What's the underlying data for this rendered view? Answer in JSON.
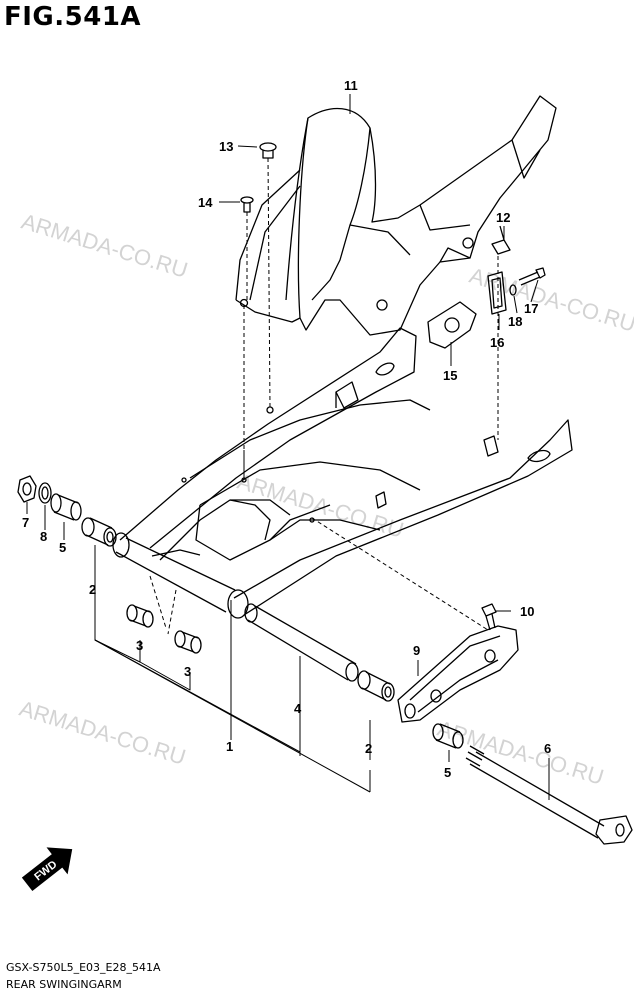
{
  "figure": {
    "title": "FIG.541A",
    "diagram_code": "GSX-S750L5_E03_E28_541A",
    "diagram_name": "REAR SWINGINGARM"
  },
  "watermark": {
    "text": "ARMADA-CO.RU",
    "color": "#d3d3d3"
  },
  "direction_arrow": {
    "label": "FWD"
  },
  "callouts": {
    "c1": "1",
    "c2a": "2",
    "c2b": "2",
    "c3a": "3",
    "c3b": "3",
    "c4": "4",
    "c5a": "5",
    "c5b": "5",
    "c6": "6",
    "c7": "7",
    "c8": "8",
    "c9": "9",
    "c10": "10",
    "c11": "11",
    "c12": "12",
    "c13": "13",
    "c14": "14",
    "c15": "15",
    "c16": "16",
    "c17": "17",
    "c18": "18"
  }
}
